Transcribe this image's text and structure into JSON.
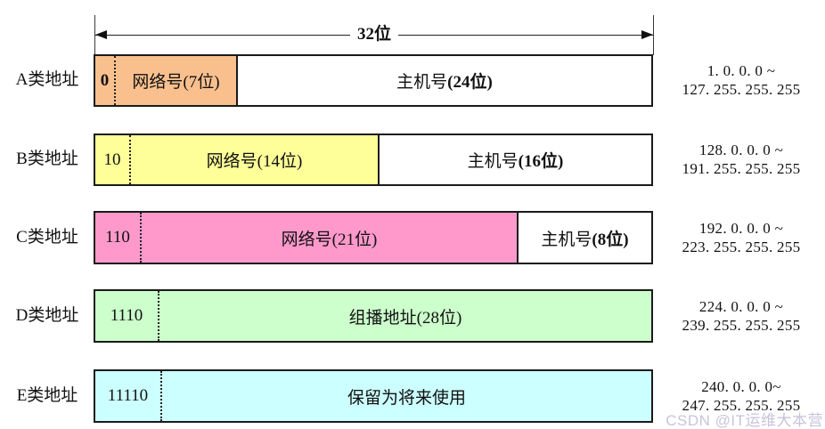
{
  "measure": {
    "label": "32位"
  },
  "watermark": "CSDN @IT运维大本营",
  "palette": {
    "class_a_fill": "#F9C08E",
    "class_b_fill": "#FFFF99",
    "class_c_fill": "#FF99CC",
    "class_d_fill": "#CCFFCC",
    "class_e_fill": "#CCFFFF",
    "host_fill": "#FFFFFF",
    "border": "#1A1A1A",
    "watermark_color": "#C9C3DB"
  },
  "rows": [
    {
      "label": "A类地址",
      "prefix": "0",
      "network_label": "网络号(7位)",
      "host_label": "主机号",
      "host_bits": "(24位)",
      "range_line1": "1. 0. 0. 0 ~",
      "range_line2": "127. 255. 255. 255"
    },
    {
      "label": "B类地址",
      "prefix": "10",
      "network_label": "网络号(14位)",
      "host_label": "主机号",
      "host_bits": "(16位)",
      "range_line1": "128. 0. 0. 0 ~",
      "range_line2": "191. 255. 255. 255"
    },
    {
      "label": "C类地址",
      "prefix": "110",
      "network_label": "网络号(21位)",
      "host_label": "主机号",
      "host_bits": "(8位)",
      "range_line1": "192. 0. 0. 0 ~",
      "range_line2": "223. 255. 255. 255"
    },
    {
      "label": "D类地址",
      "prefix": "1110",
      "network_label": "组播地址(28位)",
      "range_line1": "224. 0. 0. 0 ~",
      "range_line2": "239. 255. 255. 255"
    },
    {
      "label": "E类地址",
      "prefix": "11110",
      "network_label": "保留为将来使用",
      "range_line1": "240. 0. 0. 0~",
      "range_line2": "247. 255. 255. 255"
    }
  ]
}
